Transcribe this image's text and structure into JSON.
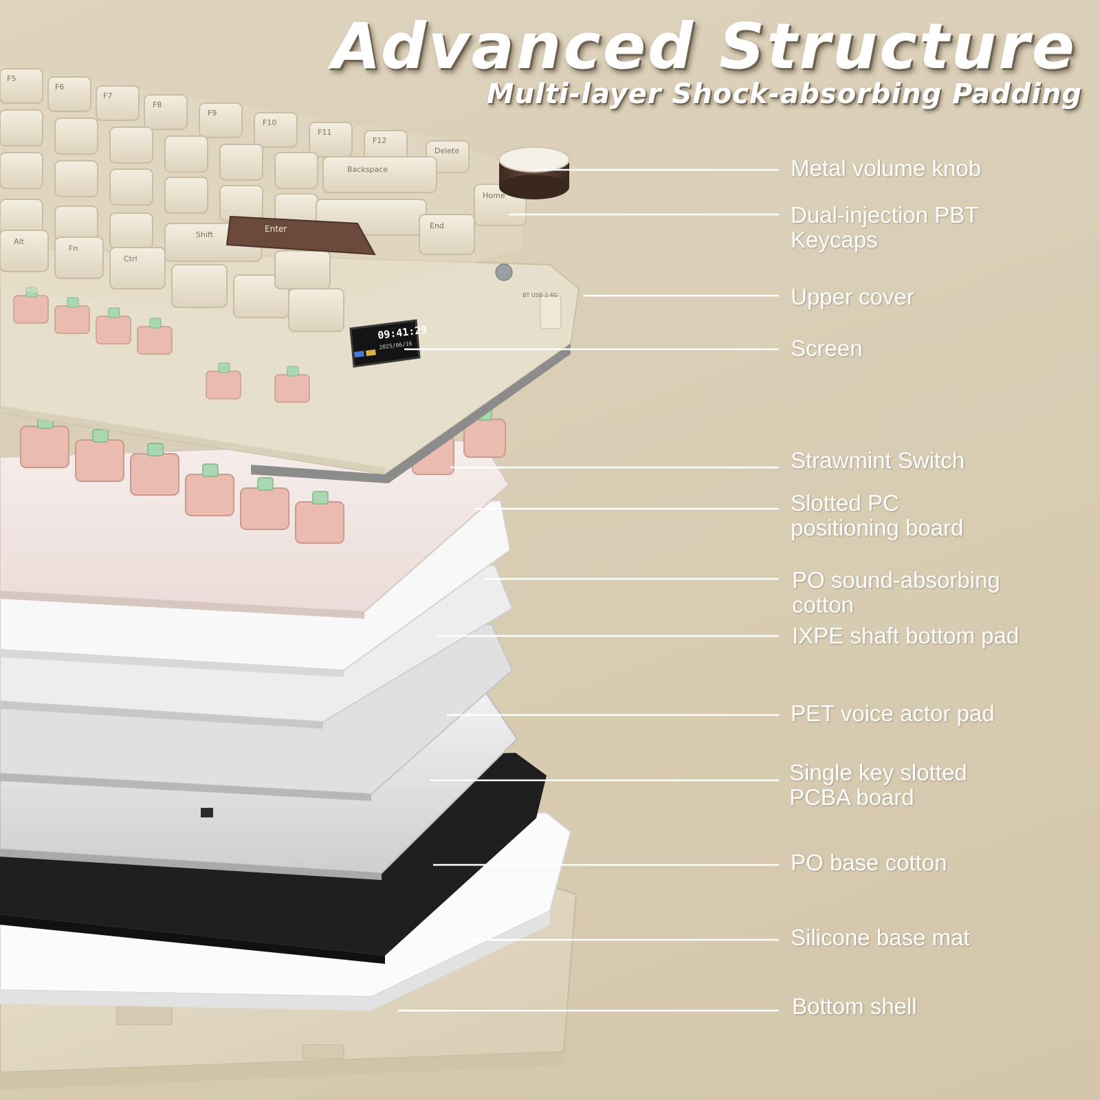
{
  "header": {
    "title": "Advanced Structure",
    "subtitle": "Multi-layer Shock-absorbing Padding"
  },
  "screen": {
    "time": "09:41:29",
    "date": "2025/06/16"
  },
  "keycaps": {
    "f_row": [
      "F5",
      "F6",
      "F7",
      "F8",
      "F9",
      "F10",
      "F11",
      "F12",
      "Delete"
    ],
    "backspace": "Backspace",
    "enter": "Enter",
    "shift": "Shift",
    "home": "Home",
    "end": "End",
    "alt": "Alt",
    "fn": "Fn",
    "ctrl": "Ctrl",
    "switch_label": "BT USB 2.4G"
  },
  "callouts": [
    {
      "id": "knob",
      "text": "Metal volume knob"
    },
    {
      "id": "keycaps",
      "text": "Dual-injection PBT\nKeycaps"
    },
    {
      "id": "upper-cover",
      "text": "Upper cover"
    },
    {
      "id": "screen",
      "text": "Screen"
    },
    {
      "id": "switch",
      "text": "Strawmint Switch"
    },
    {
      "id": "pc-board",
      "text": "Slotted PC\npositioning board"
    },
    {
      "id": "po-cotton",
      "text": "PO sound-absorbing\ncotton"
    },
    {
      "id": "ixpe-pad",
      "text": "IXPE shaft bottom pad"
    },
    {
      "id": "pet-pad",
      "text": "PET voice actor pad"
    },
    {
      "id": "pcba",
      "text": "Single key slotted\nPCBA board"
    },
    {
      "id": "base-cotton",
      "text": "PO base cotton"
    },
    {
      "id": "silicone-mat",
      "text": "Silicone base mat"
    },
    {
      "id": "bottom-shell",
      "text": "Bottom shell"
    }
  ],
  "colors": {
    "background": "#d9cdb4",
    "cream": "#ede6d3",
    "brown": "#6b4a3c",
    "pink": "#e9bcaf",
    "mint": "#a9d8b0",
    "black_layer": "#1f1f1f",
    "white": "#ffffff"
  }
}
